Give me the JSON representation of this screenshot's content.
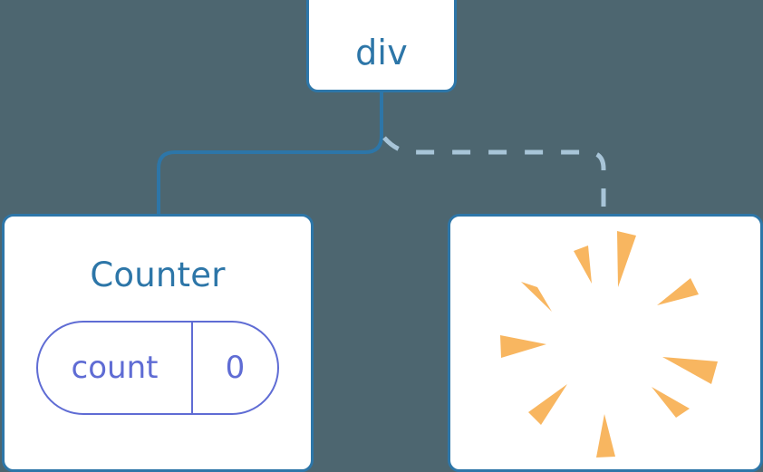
{
  "background_color": "#4d6670",
  "palette": {
    "node_border": "#2d76a8",
    "node_fill": "#ffffff",
    "node_text": "#2d76a8",
    "state_pill": "#5f6cd4",
    "edge_solid": "#2d76a8",
    "edge_dashed": "#a8c5d8",
    "sparkle": "#f8b660"
  },
  "diagram": {
    "type": "component-tree",
    "root": {
      "label": "div"
    },
    "children": [
      {
        "label": "Counter",
        "state": {
          "key": "count",
          "value": "0"
        },
        "edge": {
          "style": "solid",
          "color": "#2d76a8"
        }
      },
      {
        "label": "",
        "icon": "sparkle-burst-icon",
        "edge": {
          "style": "dashed",
          "color": "#a8c5d8"
        }
      }
    ]
  },
  "sparkle": {
    "name": "sparkle-burst-icon",
    "color": "#f8b660",
    "ray_count": 10
  }
}
